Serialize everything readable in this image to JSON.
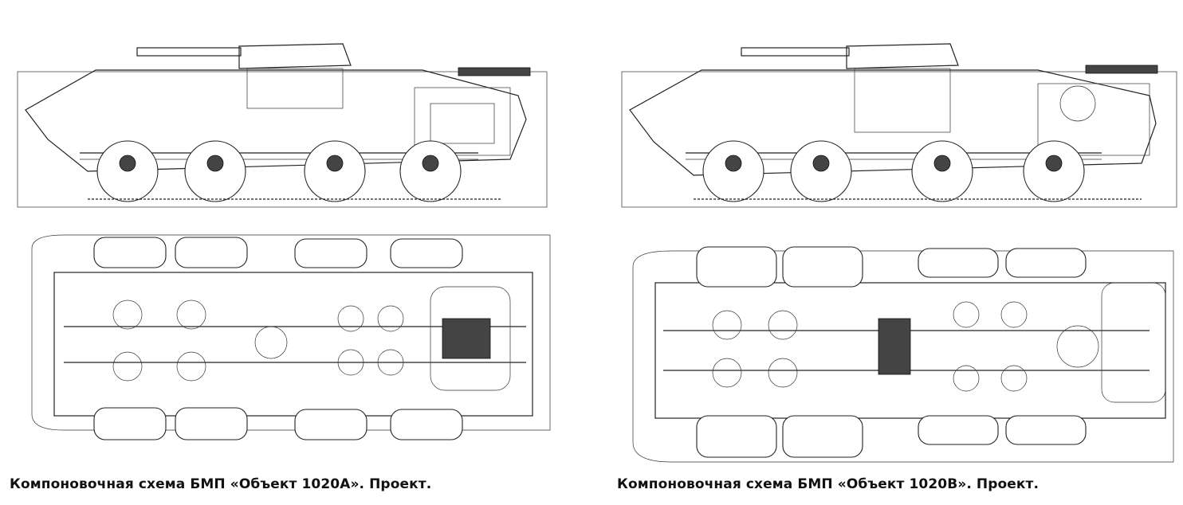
{
  "figures": [
    {
      "id": "1020A",
      "caption": "Компоновочная схема БМП «Объект 1020А». Проект."
    },
    {
      "id": "1020B",
      "caption": "Компоновочная схема БМП «Объект 1020В». Проект."
    }
  ]
}
